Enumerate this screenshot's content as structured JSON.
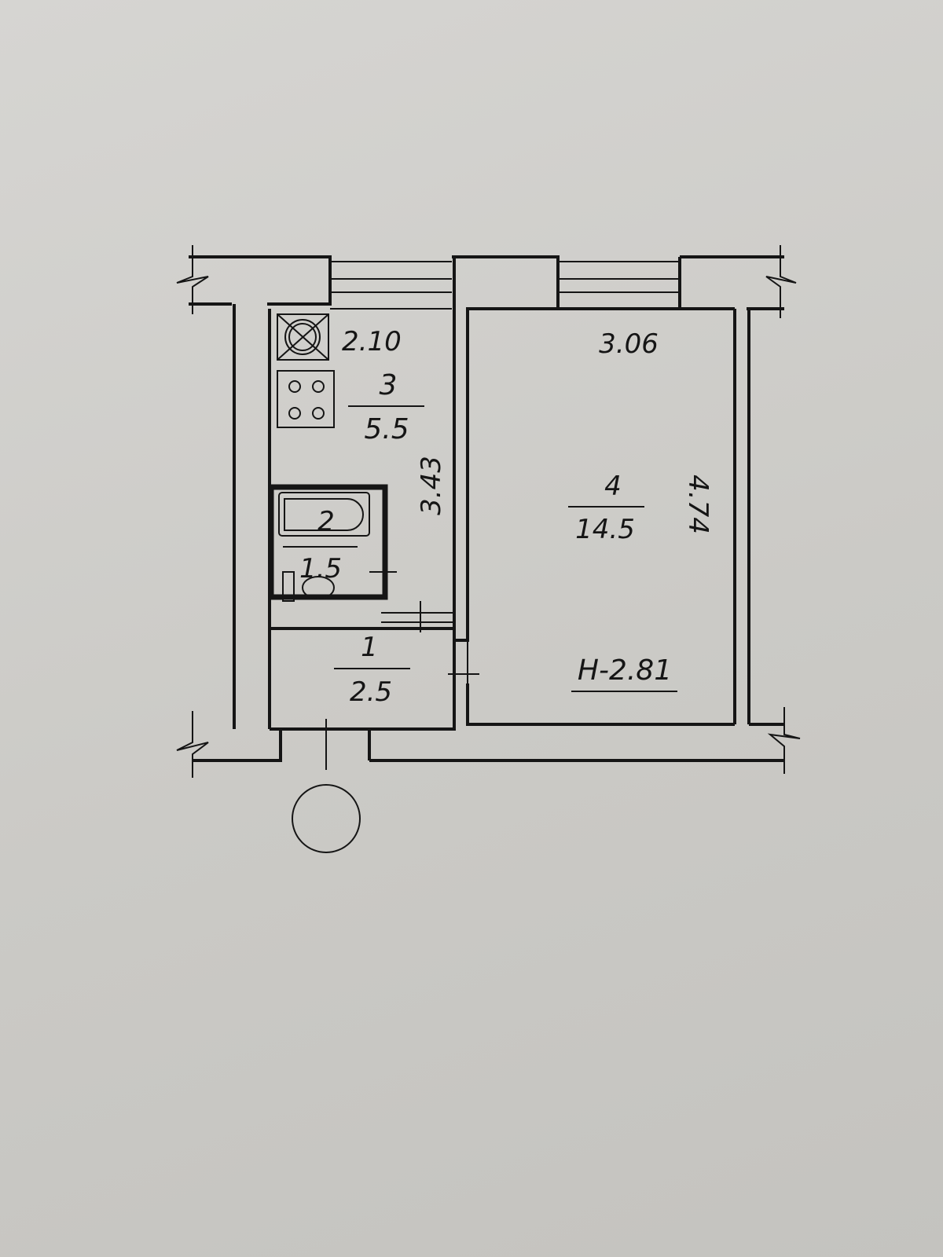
{
  "plan": {
    "rooms": [
      {
        "number": "1",
        "area": "2.5"
      },
      {
        "number": "2",
        "area": "1.5"
      },
      {
        "number": "3",
        "area": "5.5"
      },
      {
        "number": "4",
        "area": "14.5"
      }
    ],
    "dimensions": {
      "kitchen_width": "2.10",
      "kitchen_length": "3.43",
      "room_width": "3.06",
      "room_length": "4.74"
    },
    "ceiling_height": "Н-2.81"
  }
}
